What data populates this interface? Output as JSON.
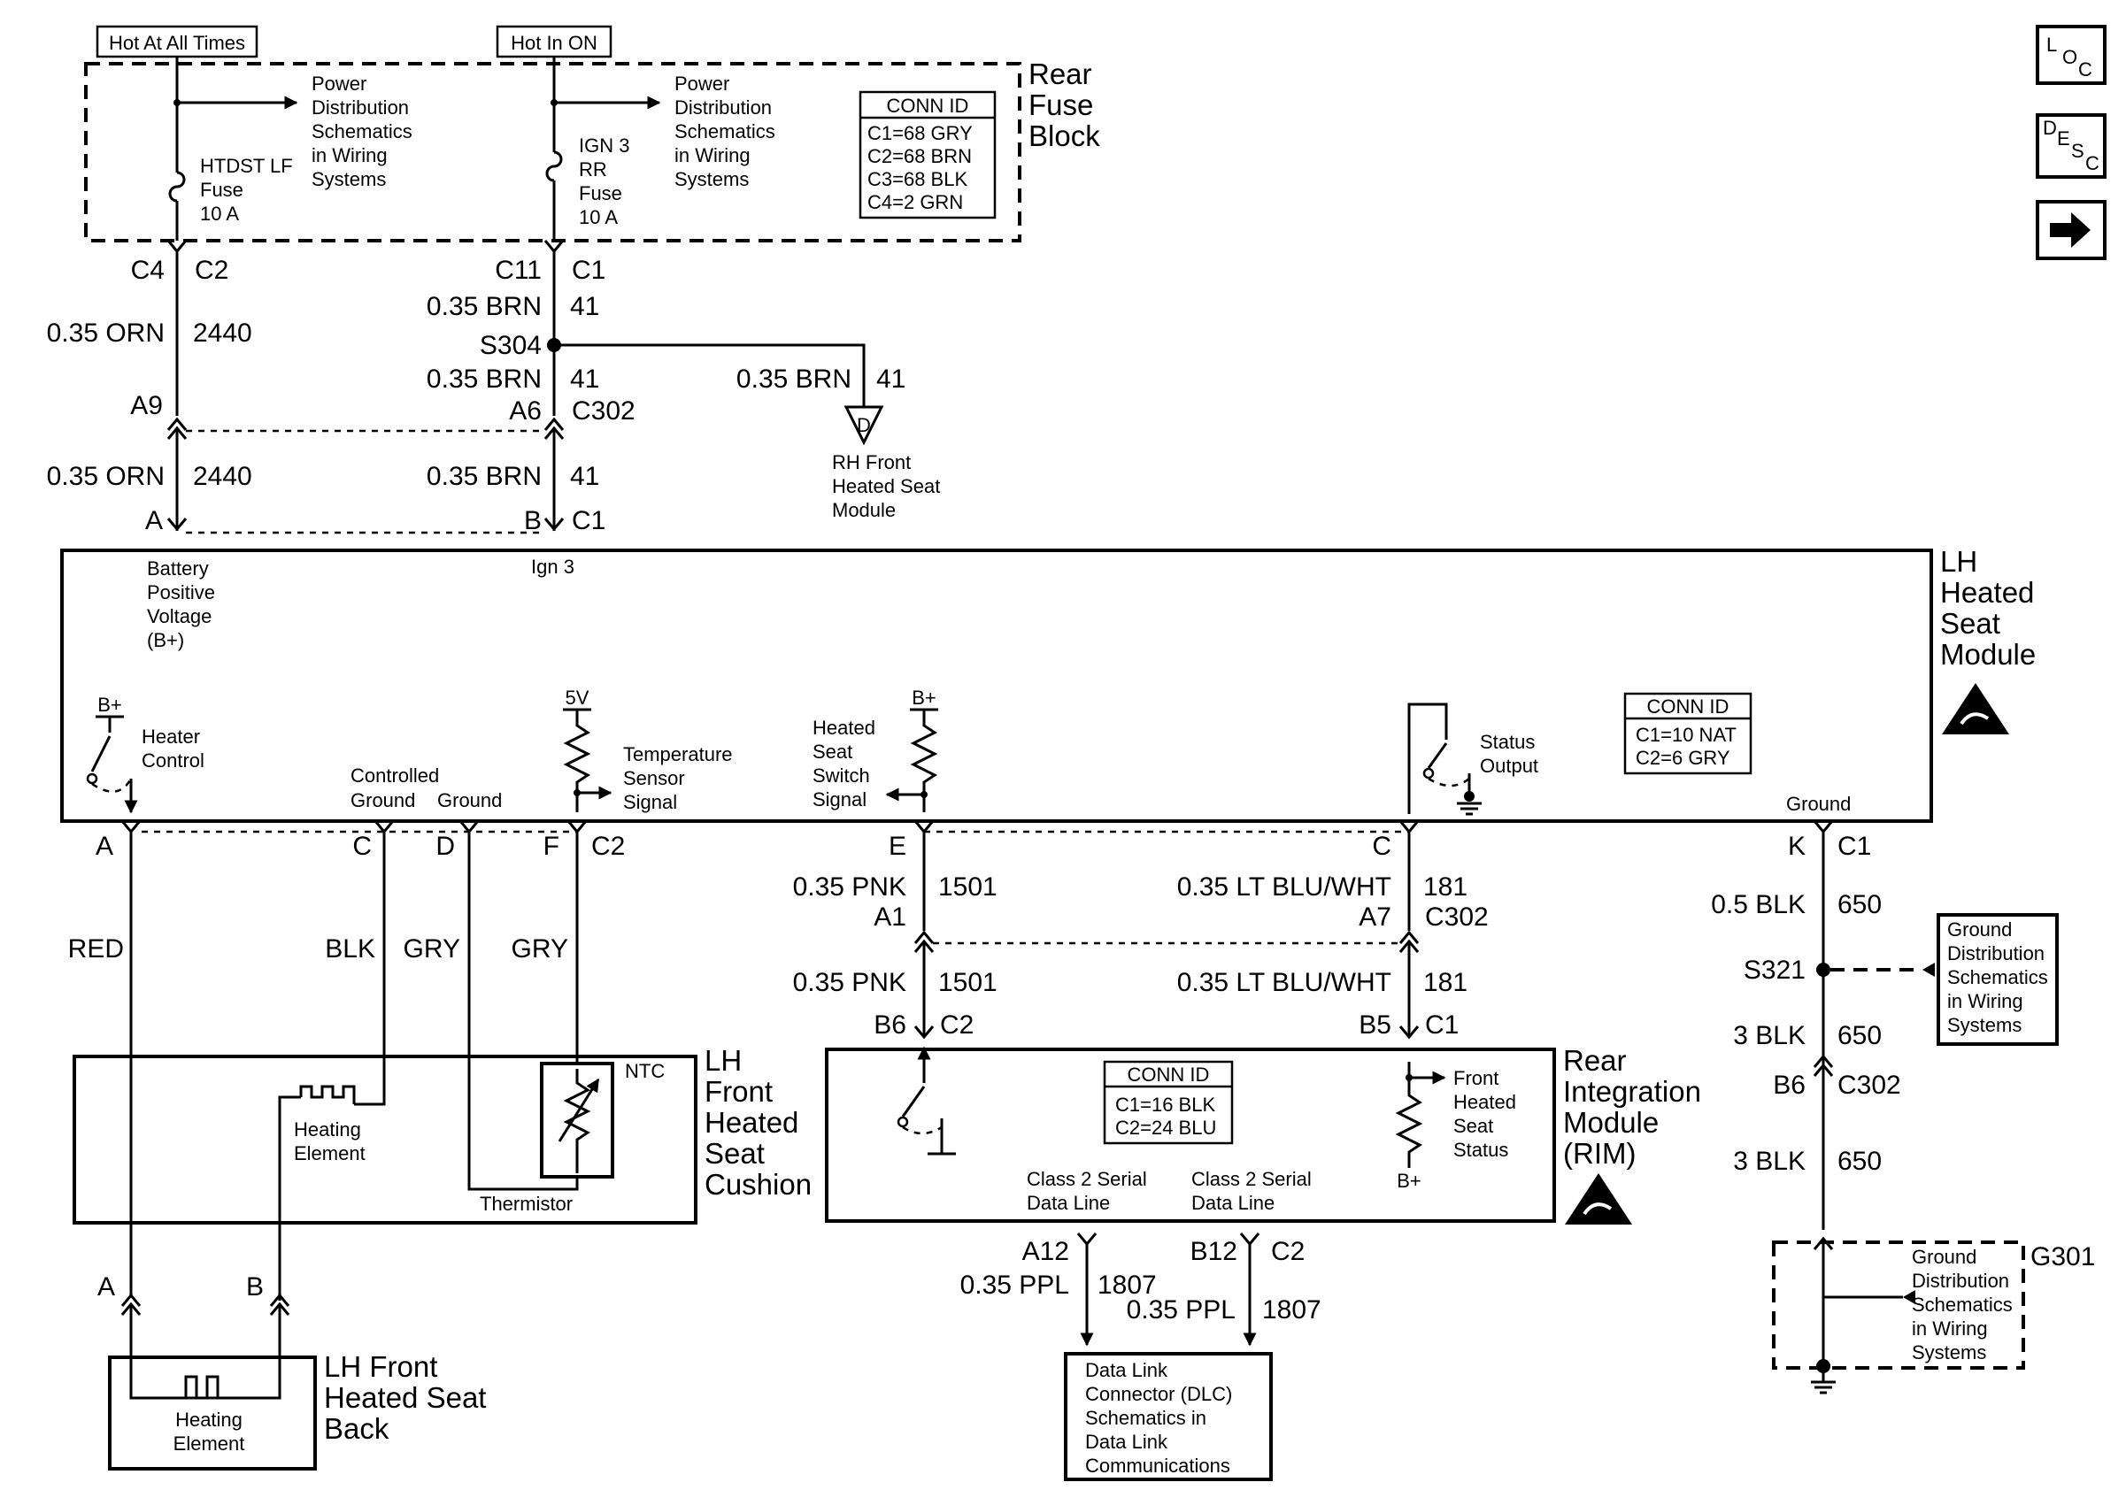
{
  "power": {
    "hot_at_all_times": "Hot At All Times",
    "hot_in_on": "Hot In ON",
    "rear_fuse_block": [
      "Rear",
      "Fuse",
      "Block"
    ],
    "power_ref_1": [
      "Power",
      "Distribution",
      "Schematics",
      "in Wiring",
      "Systems"
    ],
    "power_ref_2": [
      "Power",
      "Distribution",
      "Schematics",
      "in Wiring",
      "Systems"
    ],
    "fuse_htdst": [
      "HTDST LF",
      "Fuse",
      "10 A"
    ],
    "fuse_ign3": [
      "IGN 3",
      "RR",
      "Fuse",
      "10 A"
    ],
    "fuse_conn_id": {
      "title": "CONN ID",
      "rows": [
        "C1=68 GRY",
        "C2=68 BRN",
        "C3=68 BLK",
        "C4=2 GRN"
      ]
    }
  },
  "nav": {
    "loc": [
      "L",
      "O",
      "C"
    ],
    "desc": [
      "D",
      "E",
      "S",
      "C"
    ],
    "next": "➡"
  },
  "wires_upper": {
    "c4": "C4",
    "c2": "C2",
    "c11": "C11",
    "c1": "C1",
    "orn_1": "0.35 ORN",
    "circ_2440_1": "2440",
    "brn_1": "0.35 BRN",
    "circ_41_1": "41",
    "s304": "S304",
    "brn_2": "0.35 BRN",
    "circ_41_2": "41",
    "brn_rh": "0.35 BRN",
    "circ_41_rh": "41",
    "a9": "A9",
    "a6": "A6",
    "c302": "C302",
    "orn_2": "0.35 ORN",
    "circ_2440_2": "2440",
    "brn_3": "0.35 BRN",
    "circ_41_3": "41",
    "pin_a": "A",
    "pin_b": "B",
    "c1_b": "C1",
    "rh_ref_letter": "D",
    "rh_module": [
      "RH Front",
      "Heated Seat",
      "Module"
    ]
  },
  "lh_module": {
    "name": [
      "LH",
      "Heated",
      "Seat",
      "Module"
    ],
    "battery": [
      "Battery",
      "Positive",
      "Voltage",
      "(B+)"
    ],
    "ign3": "Ign 3",
    "bplus": "B+",
    "heater_control": [
      "Heater",
      "Control"
    ],
    "controlled_ground": [
      "Controlled",
      "Ground"
    ],
    "ground": "Ground",
    "five_v": "5V",
    "temp_sensor": [
      "Temperature",
      "Sensor",
      "Signal"
    ],
    "heated_switch": [
      "Heated",
      "Seat",
      "Switch",
      "Signal"
    ],
    "bplus_2": "B+",
    "status_output": [
      "Status",
      "Output"
    ],
    "ground_2": "Ground",
    "conn_id": {
      "title": "CONN ID",
      "rows": [
        "C1=10 NAT",
        "C2=6 GRY"
      ]
    }
  },
  "lower_pins": {
    "a": "A",
    "c": "C",
    "d": "D",
    "f": "F",
    "c2": "C2",
    "e": "E",
    "c_2": "C",
    "k": "K",
    "c1": "C1",
    "red": "RED",
    "blk": "BLK",
    "gry_1": "GRY",
    "gry_2": "GRY",
    "pnk_1": "0.35 PNK",
    "circ_1501_1": "1501",
    "a1": "A1",
    "blu_1": "0.35 LT BLU/WHT",
    "circ_181_1": "181",
    "a7": "A7",
    "c302": "C302",
    "pnk_2": "0.35 PNK",
    "circ_1501_2": "1501",
    "blu_2": "0.35 LT BLU/WHT",
    "circ_181_2": "181",
    "b6": "B6",
    "c2_b": "C2",
    "b5": "B5",
    "c1_b": "C1",
    "blk_05": "0.5 BLK",
    "circ_650_1": "650",
    "s321": "S321",
    "blk_3a": "3 BLK",
    "circ_650_2": "650",
    "b6_g": "B6",
    "c302_g": "C302",
    "blk_3b": "3 BLK",
    "circ_650_3": "650",
    "ground_ref": [
      "Ground",
      "Distribution",
      "Schematics",
      "in Wiring",
      "Systems"
    ]
  },
  "cushion": {
    "name": [
      "LH",
      "Front",
      "Heated",
      "Seat",
      "Cushion"
    ],
    "heating_element": [
      "Heating",
      "Element"
    ],
    "ntc": "NTC",
    "thermistor": "Thermistor"
  },
  "rim": {
    "name": [
      "Rear",
      "Integration",
      "Module",
      "(RIM)"
    ],
    "conn_id": {
      "title": "CONN ID",
      "rows": [
        "C1=16 BLK",
        "C2=24 BLU"
      ]
    },
    "front_status": [
      "Front",
      "Heated",
      "Seat",
      "Status"
    ],
    "bplus": "B+",
    "serial_1": [
      "Class 2 Serial",
      "Data Line"
    ],
    "serial_2": [
      "Class 2 Serial",
      "Data Line"
    ]
  },
  "dlc": {
    "a12": "A12",
    "b12": "B12",
    "c2": "C2",
    "ppl_1": "0.35 PPL",
    "circ_1807_1": "1807",
    "ppl_2": "0.35 PPL",
    "circ_1807_2": "1807",
    "box": [
      "Data Link",
      "Connector (DLC)",
      "Schematics in",
      "Data Link",
      "Communications"
    ]
  },
  "back": {
    "a": "A",
    "b": "B",
    "name": [
      "LH Front",
      "Heated Seat",
      "Back"
    ],
    "heating_element": [
      "Heating",
      "Element"
    ]
  },
  "g301": {
    "name": "G301",
    "ref": [
      "Ground",
      "Distribution",
      "Schematics",
      "in Wiring",
      "Systems"
    ]
  }
}
